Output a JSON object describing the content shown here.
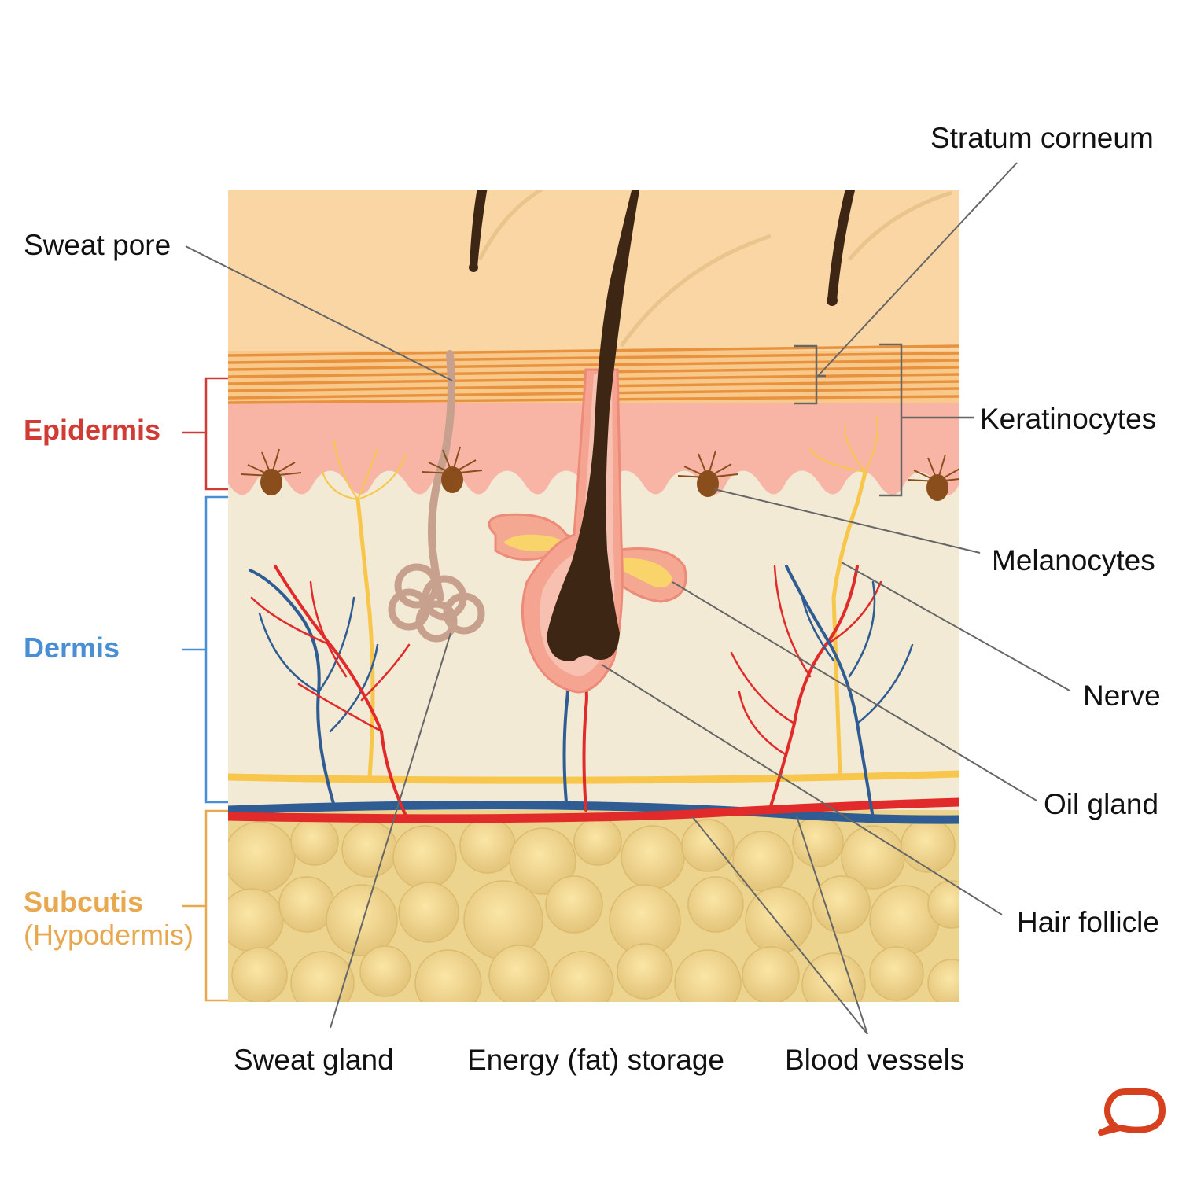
{
  "colors": {
    "epidermis": "#d03c35",
    "dermis": "#4a8fd4",
    "subcutis": "#e8a850",
    "surface": "#fad6a4",
    "corneum_stripe": "#e8923e",
    "keratinocyte_layer": "#f8b5a6",
    "dermis_fill": "#f2ead4",
    "fat_fill": "#ecd38e",
    "hair": "#3d2614",
    "artery": "#e12a2a",
    "vein": "#2f5c93",
    "nerve": "#f8c64a",
    "sweat_duct": "#c8a18e",
    "melanocyte": "#8a4e1c",
    "leader_line": "#666666",
    "logo": "#d7401e"
  },
  "layers": {
    "epidermis": "Epidermis",
    "dermis": "Dermis",
    "subcutis": "Subcutis",
    "hypodermis": "(Hypodermis)"
  },
  "labels": {
    "stratum_corneum": "Stratum corneum",
    "sweat_pore": "Sweat pore",
    "keratinocytes": "Keratinocytes",
    "melanocytes": "Melanocytes",
    "nerve": "Nerve",
    "oil_gland": "Oil gland",
    "hair_follicle": "Hair follicle",
    "sweat_gland": "Sweat gland",
    "energy_storage": "Energy (fat) storage",
    "blood_vessels": "Blood vessels"
  },
  "icons": {
    "logo": "speech-bubble-logo-icon"
  }
}
